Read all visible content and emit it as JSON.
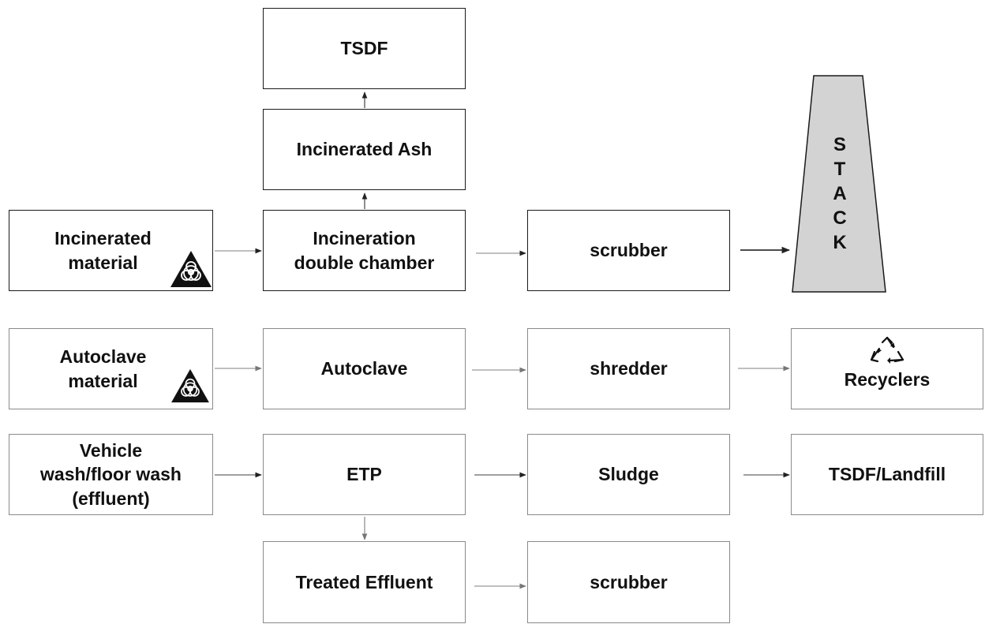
{
  "diagram": {
    "boxes": {
      "tsdf_top": "TSDF",
      "incinerated_ash": "Incinerated Ash",
      "incinerated_material": "Incinerated\nmaterial",
      "incineration": "Incineration\ndouble chamber",
      "scrubber_top": "scrubber",
      "autoclave_material": "Autoclave\nmaterial",
      "autoclave": "Autoclave",
      "shredder": "shredder",
      "recyclers": "Recyclers",
      "vehicle_wash": "Vehicle\nwash/floor wash\n(effluent)",
      "etp": "ETP",
      "sludge": "Sludge",
      "tsdf_landfill": "TSDF/Landfill",
      "treated_effluent": "Treated Effluent",
      "scrubber_bottom": "scrubber"
    },
    "stack_letters": [
      "S",
      "T",
      "A",
      "C",
      "K"
    ],
    "colors": {
      "stack_fill": "#d3d3d3",
      "stroke": "#1a1a1a",
      "faint_stroke": "#8a8a8a",
      "hazard_fill": "#111111"
    },
    "icons": [
      "biohazard-icon",
      "recycle-icon",
      "stack-chimney"
    ]
  }
}
